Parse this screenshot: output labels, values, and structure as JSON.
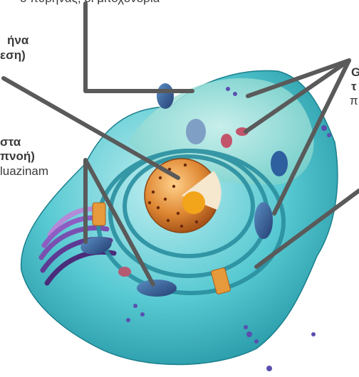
{
  "labels": {
    "top_cut": "ο πυρήνας, οι μιτοχόνδρια",
    "nucleus_line1": "ήνα",
    "nucleus_line2": "εση)",
    "mito_line1": "στα",
    "mito_line2": "πνοή)",
    "mito_line3": "luazinam",
    "right_line1": "G",
    "right_line2": "τ",
    "right_line3": "π"
  },
  "colors": {
    "cytoplasm": "#3fbfc8",
    "nucleus": "#d9822b",
    "golgi": "#7a4fb0",
    "leader_line": "#5a5a5a",
    "text": "#3a3a3a"
  }
}
